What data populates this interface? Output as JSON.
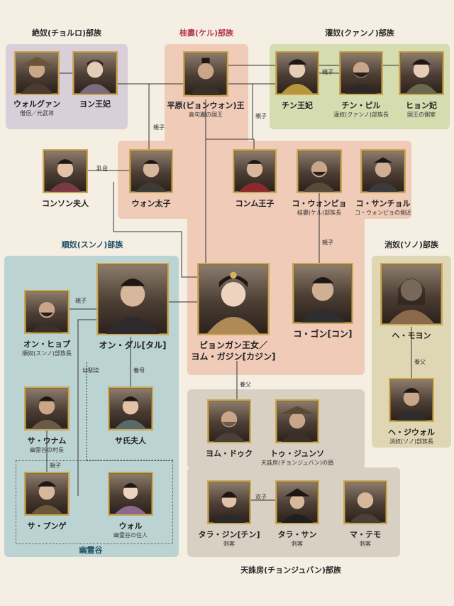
{
  "clans": {
    "jeolno": "絶奴(チョルロ)部族",
    "gyeru": "桂婁(ケル)部族",
    "gwanno": "灌奴(クァンノ)部族",
    "sunno": "順奴(スンノ)部族",
    "sono": "消奴(ソノ)部族",
    "cheonjubang": "天誅房(チョンジュバン)部族",
    "yuryeonggok": "幽霊谷"
  },
  "people": {
    "wolgwan": {
      "name": "ウォルグァン",
      "sub": "僧侶／元武将"
    },
    "yeon": {
      "name": "ヨン王妃",
      "sub": ""
    },
    "pyeongwon": {
      "name": "平原(ピョンウォン)王",
      "sub": "高句麗の国王"
    },
    "jin_consort": {
      "name": "チン王妃",
      "sub": ""
    },
    "jin_pil": {
      "name": "チン・ピル",
      "sub": "灌奴(クァンノ)部族長"
    },
    "hyeon": {
      "name": "ヒョン妃",
      "sub": "国王の側室"
    },
    "gongson": {
      "name": "コンソン夫人",
      "sub": ""
    },
    "won": {
      "name": "ウォン太子",
      "sub": ""
    },
    "geonmu": {
      "name": "コンム王子",
      "sub": ""
    },
    "go_wonpyo": {
      "name": "コ・ウォンピョ",
      "sub": "桂婁(ケル)部族長"
    },
    "go_sancheol": {
      "name": "コ・サンチョル",
      "sub": "コ・ウォンピョの側近"
    },
    "pyeonggang": {
      "name1": "ピョンガン王女／",
      "name2": "ヨム・ガジン[カジン]"
    },
    "go_geon": {
      "name": "コ・ゴン[コン]",
      "sub": ""
    },
    "on_hyeop": {
      "name": "オン・ヒョプ",
      "sub": "順奴(スンノ)部族長"
    },
    "on_dal": {
      "name": "オン・ダル[タル]",
      "sub": ""
    },
    "sa_unam": {
      "name": "サ・ウナム",
      "sub": "幽霊谷の村長"
    },
    "sa_buin": {
      "name": "サ氏夫人",
      "sub": ""
    },
    "sa_punge": {
      "name": "サ・プンゲ",
      "sub": ""
    },
    "wol": {
      "name": "ウォル",
      "sub": "幽霊谷の住人"
    },
    "he_moyeon": {
      "name": "ヘ・モヨン",
      "sub": ""
    },
    "he_jiwol": {
      "name": "ヘ・ジウォル",
      "sub": "消奴(ソノ)部族長"
    },
    "yeom_deuk": {
      "name": "ヨム・ドゥク",
      "sub": ""
    },
    "tu_jungseo": {
      "name": "トゥ・ジュンソ",
      "sub": "天誅房(チョンジュバン)の頭"
    },
    "tara_jin": {
      "name": "タラ・ジン[チン]",
      "sub": "刺客"
    },
    "tara_san": {
      "name": "タラ・サン",
      "sub": "刺客"
    },
    "ma_temo": {
      "name": "マ・テモ",
      "sub": "刺客"
    }
  },
  "relations": {
    "oyako": "親子",
    "uba": "乳母",
    "osananajimi": "幼馴染",
    "yobo": "養母",
    "yofu": "養父",
    "futago": "双子"
  },
  "colors": {
    "jeolno_panel": "#d9cfd9",
    "gyeru_panel": "#efcbb8",
    "gwanno_panel": "#d5dcb0",
    "sunno_panel": "#bcd3d3",
    "sono_panel": "#dfd7b3",
    "cheonjubang_panel": "#d8d0c3",
    "jeolno_title": "#2b2b2b",
    "gyeru_title": "#b5364a",
    "gwanno_title": "#2b2b2b"
  }
}
